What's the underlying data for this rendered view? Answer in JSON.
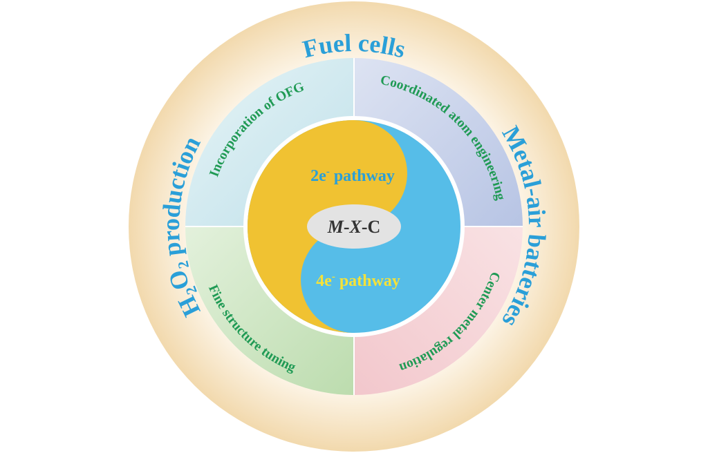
{
  "outer_ring": {
    "top": "Fuel cells",
    "right": "Metal-air batteries",
    "left": "H₂O₂ production"
  },
  "quadrants": {
    "top_left": "Incorporation of OFG",
    "top_right": "Coordinated atom engineering",
    "bottom_right": "Center metal regulation",
    "bottom_left": "Fine structure tuning"
  },
  "pathways": {
    "upper": {
      "base": "2e",
      "sup": "-",
      "rest": " pathway"
    },
    "lower": {
      "base": "4e",
      "sup": "-",
      "rest": " pathway"
    }
  },
  "center": {
    "part1": "M",
    "part2": "-",
    "part3": "X",
    "part4": "-C"
  },
  "colors": {
    "ring_outer": "#f3dcb4",
    "ring_inner": "#fdf6e9",
    "quadrant_top_left": "#cfe9ee",
    "quadrant_top_right": "#c7d1ea",
    "quadrant_bottom_right": "#f6d4d8",
    "quadrant_bottom_left": "#cfe6c5",
    "yin_yellow": "#f0c232",
    "yin_blue": "#56bde8",
    "ring_text": "#2a9fd8",
    "quadrant_text": "#1f9a54",
    "center_ellipse": "#e2e2e2"
  }
}
